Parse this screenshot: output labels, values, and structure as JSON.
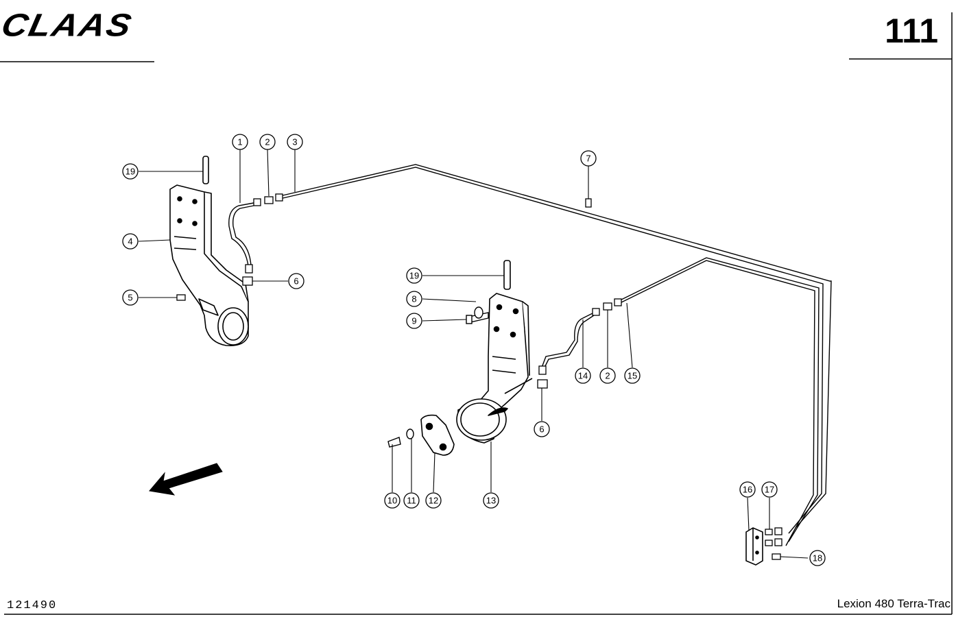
{
  "header": {
    "brand": "CLAAS",
    "page_number": "111"
  },
  "footer": {
    "document_number": "121490",
    "model": "Lexion 480 Terra-Trac"
  },
  "callouts": [
    {
      "id": "c1",
      "label": "1"
    },
    {
      "id": "c2a",
      "label": "2"
    },
    {
      "id": "c3",
      "label": "3"
    },
    {
      "id": "c4",
      "label": "4"
    },
    {
      "id": "c5",
      "label": "5"
    },
    {
      "id": "c6a",
      "label": "6"
    },
    {
      "id": "c7",
      "label": "7"
    },
    {
      "id": "c8",
      "label": "8"
    },
    {
      "id": "c9",
      "label": "9"
    },
    {
      "id": "c19a",
      "label": "19"
    },
    {
      "id": "c19b",
      "label": "19"
    },
    {
      "id": "c14",
      "label": "14"
    },
    {
      "id": "c2b",
      "label": "2"
    },
    {
      "id": "c15",
      "label": "15"
    },
    {
      "id": "c6b",
      "label": "6"
    },
    {
      "id": "c10",
      "label": "10"
    },
    {
      "id": "c11",
      "label": "11"
    },
    {
      "id": "c12",
      "label": "12"
    },
    {
      "id": "c13",
      "label": "13"
    },
    {
      "id": "c16",
      "label": "16"
    },
    {
      "id": "c17",
      "label": "17"
    },
    {
      "id": "c18",
      "label": "18"
    }
  ]
}
